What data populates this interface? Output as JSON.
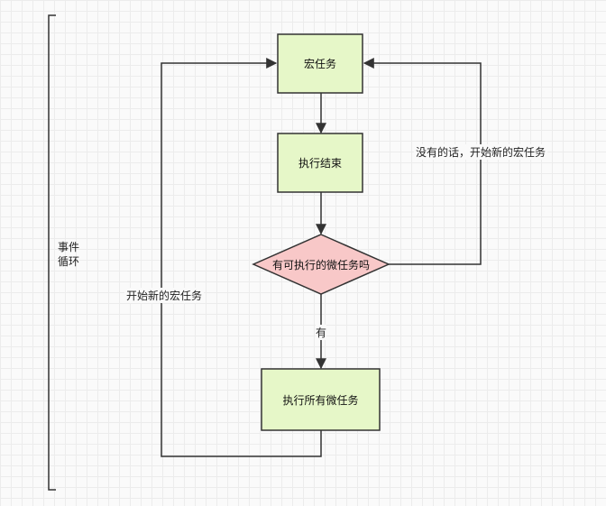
{
  "nodes": {
    "macro_task": "宏任务",
    "exec_end": "执行结束",
    "decision": "有可执行的微任务吗",
    "exec_micro": "执行所有微任务"
  },
  "labels": {
    "event_loop_line1": "事件",
    "event_loop_line2": "循环",
    "yes": "有",
    "no_branch": "没有的话，开始新的宏任务",
    "left_loop": "开始新的宏任务"
  },
  "colors": {
    "box_fill": "#e6f7c8",
    "diamond_fill": "#f8c8c8",
    "stroke": "#333333"
  }
}
